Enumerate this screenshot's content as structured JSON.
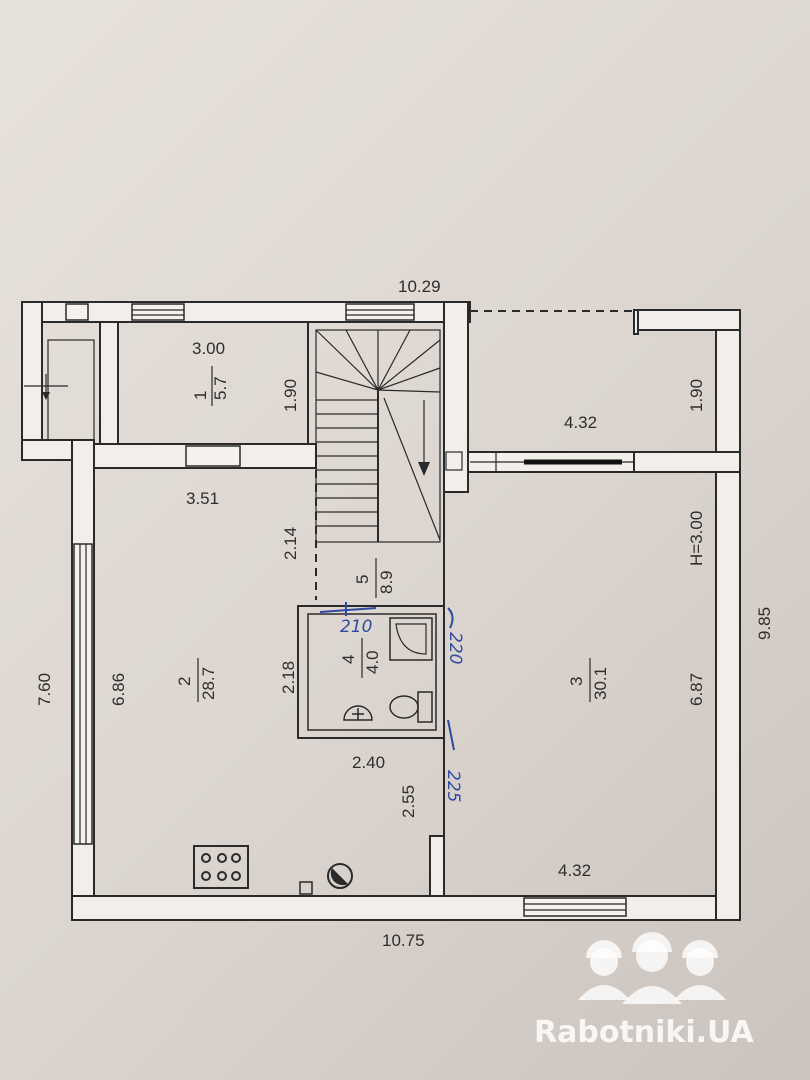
{
  "dimensions": {
    "top_width": "10.29",
    "bottom_width": "10.75",
    "left_height": "7.60",
    "right_height": "9.85",
    "room1_width": "3.00",
    "room1_depth": "1.90",
    "right_top_depth": "1.90",
    "right_top_width": "4.32",
    "room2_width": "3.51",
    "room2_height": "6.86",
    "corridor_a": "2.14",
    "corridor_b": "2.18",
    "bath_width": "2.40",
    "lower_c": "2.55",
    "room3_height": "6.87",
    "room3_bottom_width": "4.32",
    "ceiling_height": "H=3.00"
  },
  "rooms": [
    {
      "num": "1",
      "area": "5.7"
    },
    {
      "num": "2",
      "area": "28.7"
    },
    {
      "num": "3",
      "area": "30.1"
    },
    {
      "num": "4",
      "area": "4.0"
    },
    {
      "num": "5",
      "area": "8.9"
    }
  ],
  "annotations": {
    "h1": "210",
    "h2": "220",
    "h3": "225"
  },
  "watermark": "Rabotniki.UA",
  "colors": {
    "paper": "#e7e1dc",
    "lines": "#2a2a2a",
    "ink": "#2f4aa0"
  }
}
